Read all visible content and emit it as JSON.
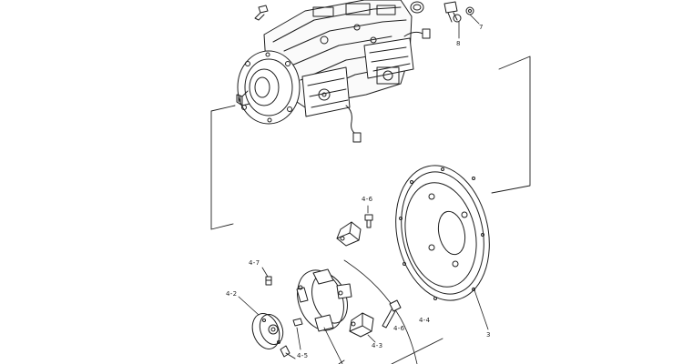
{
  "callouts": {
    "c7": "7",
    "c8": "8",
    "c3": "3",
    "c4_6a": "4-6",
    "c4_7": "4-7",
    "c4_2": "4-2",
    "c4_6b": "4-6",
    "c4_4": "4-4",
    "c4_5": "4-5",
    "c4_3": "4-3"
  },
  "colors": {
    "ink": "#1e1e1e",
    "paper": "#ffffff"
  }
}
